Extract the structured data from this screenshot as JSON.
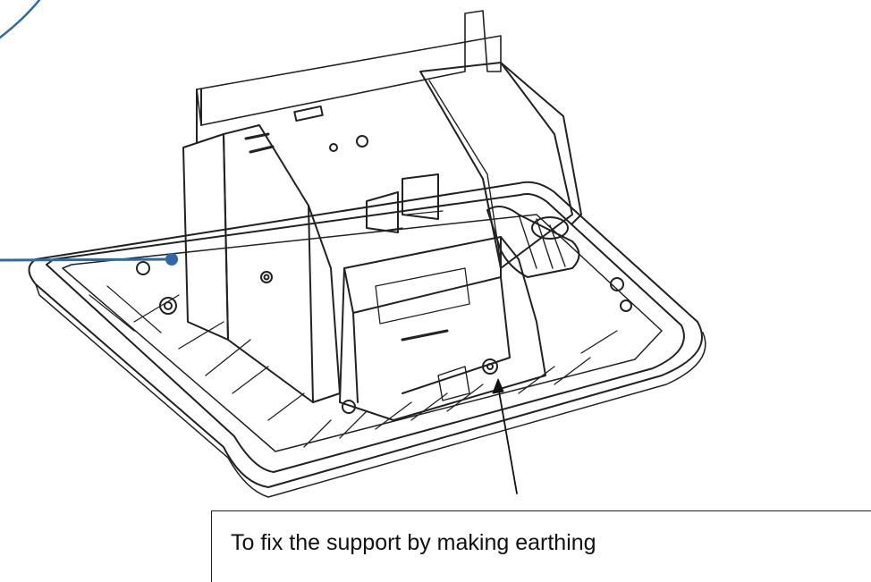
{
  "figure": {
    "subject": "floor-box-support-mechanism",
    "callouts": [
      {
        "id": "earthing",
        "text": "To fix the support by making earthing"
      }
    ],
    "colors": {
      "line": "#222222",
      "pointer": "#2e6aa8",
      "background": "#ffffff"
    }
  }
}
